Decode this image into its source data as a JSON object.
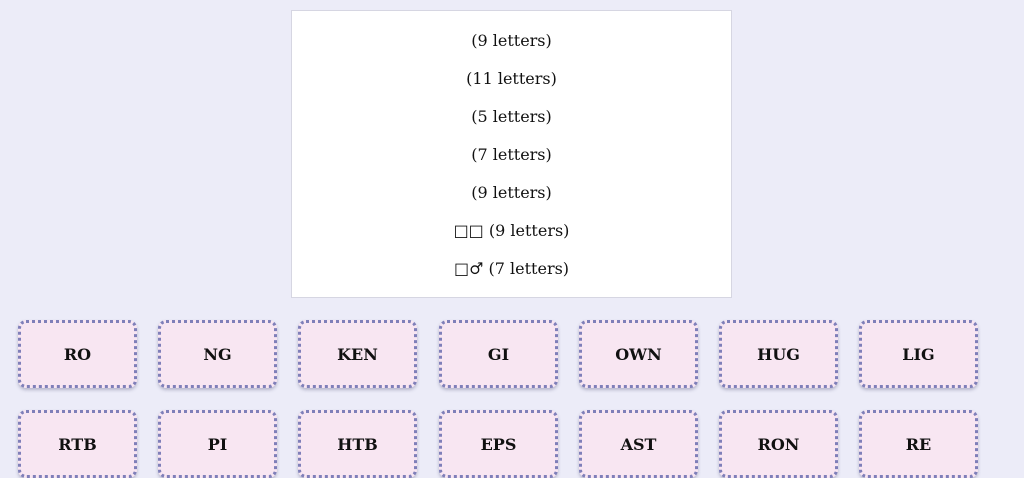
{
  "clues": [
    {
      "prefix": "",
      "text": "(9 letters)"
    },
    {
      "prefix": "",
      "text": "(11 letters)"
    },
    {
      "prefix": "",
      "text": "(5 letters)"
    },
    {
      "prefix": "",
      "text": "(7 letters)"
    },
    {
      "prefix": "",
      "text": "(9 letters)"
    },
    {
      "prefix": "□□",
      "text": "(9 letters)"
    },
    {
      "prefix": "□♂",
      "text": "(7 letters)"
    }
  ],
  "tiles": {
    "row1": [
      "RO",
      "NG",
      "KEN",
      "GI",
      "OWN",
      "HUG",
      "LIG"
    ],
    "row2": [
      "RTB",
      "PI",
      "HTB",
      "EPS",
      "AST",
      "RON",
      "RE"
    ]
  },
  "colors": {
    "background": "#ececf8",
    "tile_fill": "#f8e6f2",
    "tile_border": "#7f7fb9",
    "clue_box": "#ffffff"
  }
}
